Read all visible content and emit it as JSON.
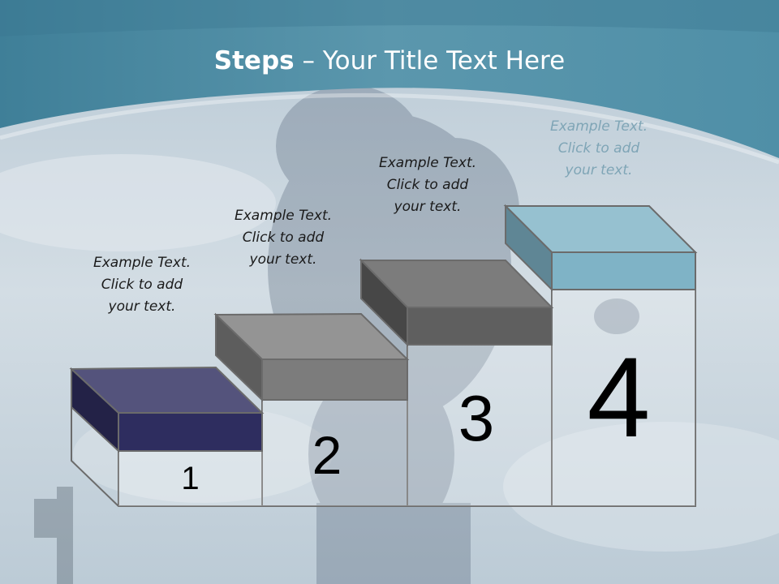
{
  "title": {
    "bold": "Steps",
    "rest": " – Your Title Text Here"
  },
  "colors": {
    "header": "#4f8fa7",
    "step1": "#2e2d5f",
    "step2": "#7c7c7c",
    "step3": "#5f5f5f",
    "step4": "#7fb3c6"
  },
  "steps": [
    {
      "number": "1",
      "caption": [
        "Example Text.",
        "Click  to add",
        "your text."
      ]
    },
    {
      "number": "2",
      "caption": [
        "Example Text.",
        "Click  to add",
        "your text."
      ]
    },
    {
      "number": "3",
      "caption": [
        "Example Text.",
        "Click  to add",
        "your text."
      ]
    },
    {
      "number": "4",
      "caption": [
        "Example Text.",
        "Click  to add",
        "your text."
      ]
    }
  ]
}
